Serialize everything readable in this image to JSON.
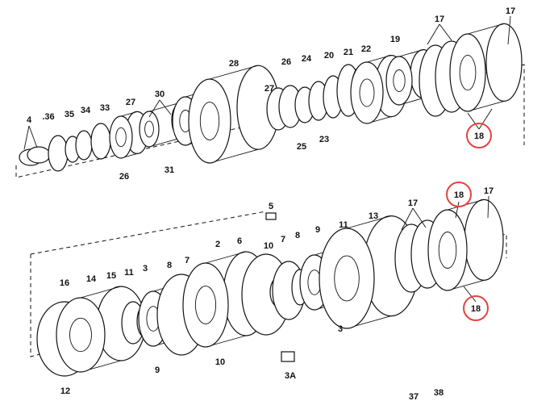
{
  "colors": {
    "ink": "#111111",
    "highlight": "#e0453f",
    "paper": "#ffffff"
  },
  "upper_labels": [
    "4",
    ".36",
    "35",
    "34",
    "33",
    "27",
    "26",
    "30",
    "31",
    "28",
    "27",
    "26",
    "25",
    "24",
    "23",
    "20",
    "21",
    "22",
    "19",
    "17",
    "17",
    "18"
  ],
  "lower_labels": [
    "16",
    "14",
    "15",
    "11",
    "3",
    "8",
    "7",
    "9",
    "12",
    "2",
    "6",
    "10",
    "5",
    "10",
    "7",
    "8",
    "9",
    "11",
    "13",
    "3",
    "17",
    "18",
    "17",
    "18",
    "3A",
    "37",
    "38"
  ],
  "highlighted_label": "18"
}
